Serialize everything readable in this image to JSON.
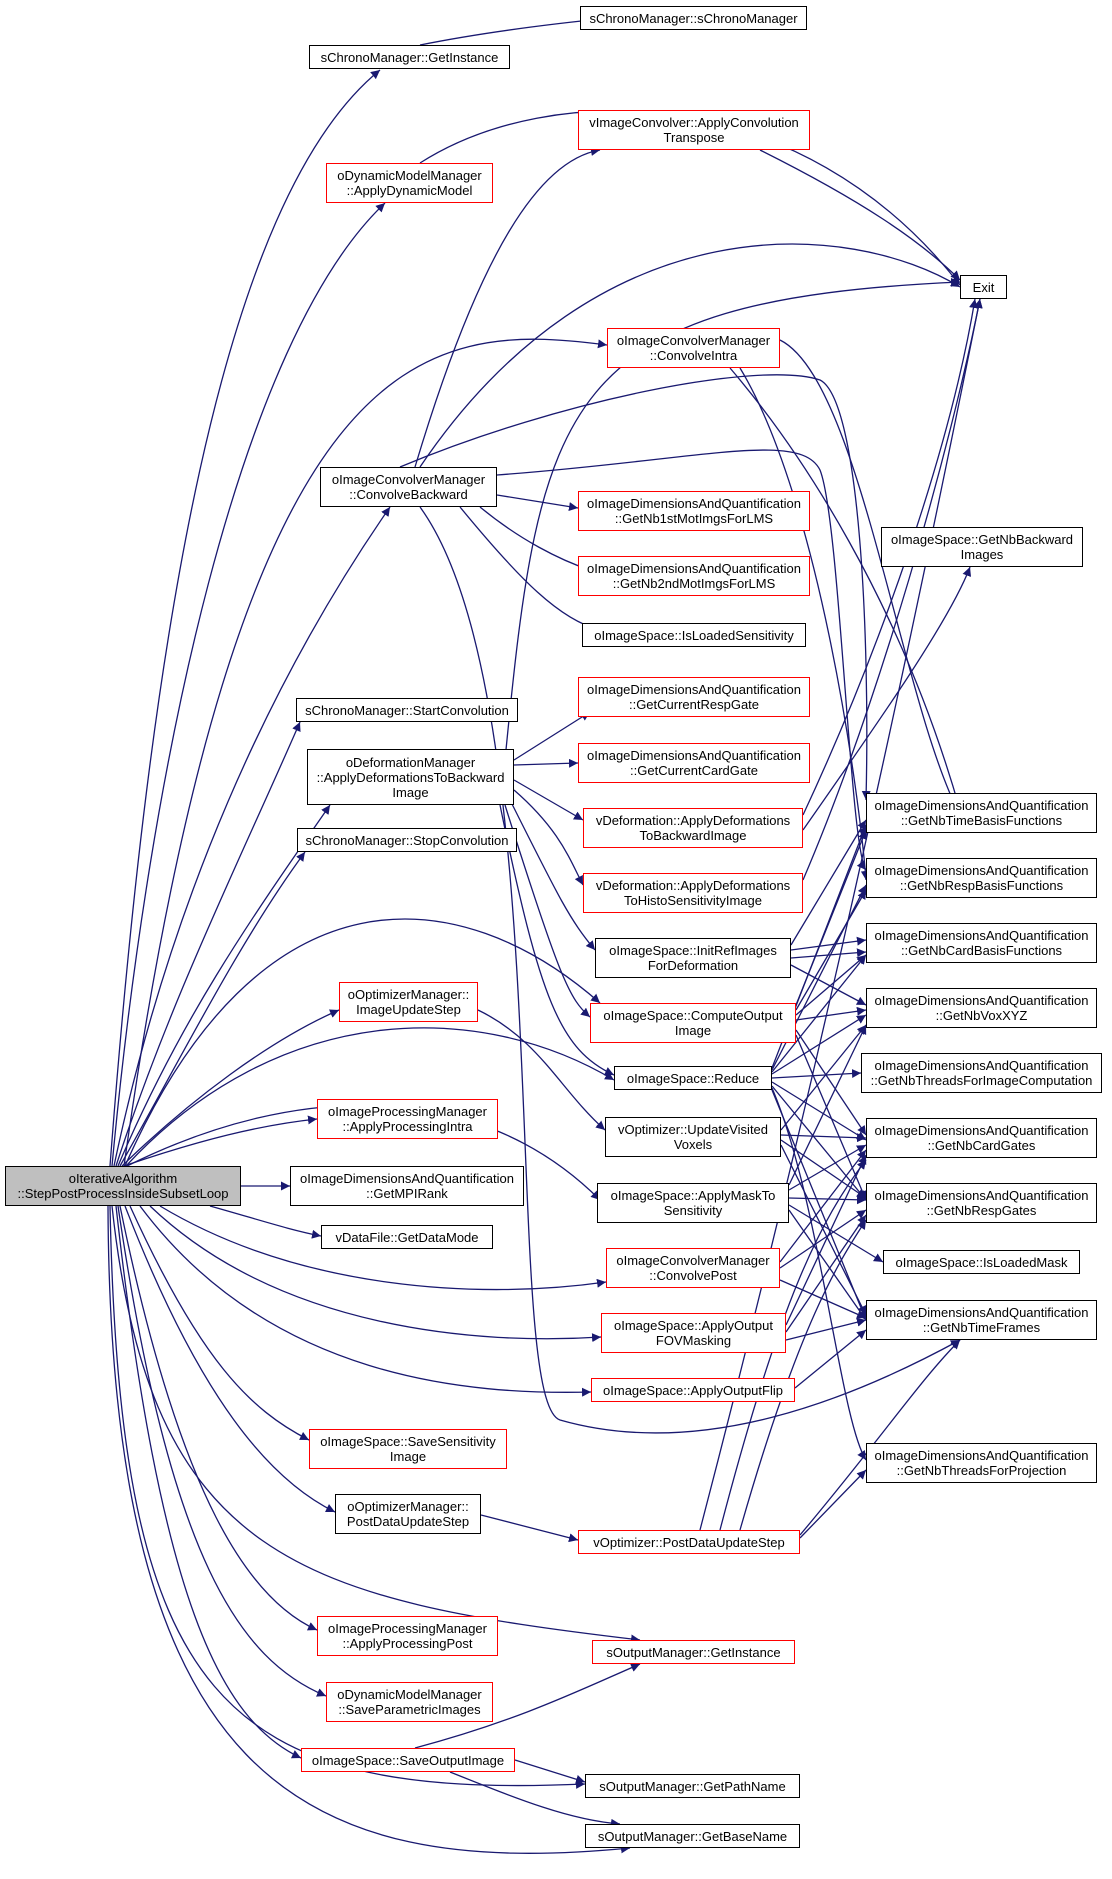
{
  "colors": {
    "edge": "#191970",
    "border_default": "#000000",
    "border_incomplete": "#ff0000",
    "root_fill": "#bfbfbf"
  },
  "nodes": {
    "root": "oIterativeAlgorithm\n::StepPostProcessInsideSubsetLoop",
    "chrono_getinstance": "sChronoManager::GetInstance",
    "chrono_ctor": "sChronoManager::sChronoManager",
    "dyn_apply": "oDynamicModelManager\n::ApplyDynamicModel",
    "conv_transpose": "vImageConvolver::ApplyConvolution\nTranspose",
    "exit": "Exit",
    "conv_intra": "oImageConvolverManager\n::ConvolveIntra",
    "conv_backward": "oImageConvolverManager\n::ConvolveBackward",
    "getnb1st": "oImageDimensionsAndQuantification\n::GetNb1stMotImgsForLMS",
    "getnb2nd": "oImageDimensionsAndQuantification\n::GetNb2ndMotImgsForLMS",
    "getnbbackward": "oImageSpace::GetNbBackward\nImages",
    "isloadedsens": "oImageSpace::IsLoadedSensitivity",
    "chrono_start": "sChronoManager::StartConvolution",
    "getcurrespgate": "oImageDimensionsAndQuantification\n::GetCurrentRespGate",
    "deform_backward": "oDeformationManager\n::ApplyDeformationsToBackward\nImage",
    "getcurcardgate": "oImageDimensionsAndQuantification\n::GetCurrentCardGate",
    "vdeform_backward": "vDeformation::ApplyDeformations\nToBackwardImage",
    "getnbtimebasis": "oImageDimensionsAndQuantification\n::GetNbTimeBasisFunctions",
    "chrono_stop": "sChronoManager::StopConvolution",
    "vdeform_histo": "vDeformation::ApplyDeformations\nToHistoSensitivityImage",
    "getnbrespbasis": "oImageDimensionsAndQuantification\n::GetNbRespBasisFunctions",
    "initref": "oImageSpace::InitRefImages\nForDeformation",
    "getnbcardbasis": "oImageDimensionsAndQuantification\n::GetNbCardBasisFunctions",
    "opt_update": "oOptimizerManager::\nImageUpdateStep",
    "computeout": "oImageSpace::ComputeOutput\nImage",
    "getnbvox": "oImageDimensionsAndQuantification\n::GetNbVoxXYZ",
    "getnbthreadsimg": "oImageDimensionsAndQuantification\n::GetNbThreadsForImageComputation",
    "reduce": "oImageSpace::Reduce",
    "proc_intra": "oImageProcessingManager\n::ApplyProcessingIntra",
    "updatevisited": "vOptimizer::UpdateVisited\nVoxels",
    "getnbcardgates": "oImageDimensionsAndQuantification\n::GetNbCardGates",
    "getmpirank": "oImageDimensionsAndQuantification\n::GetMPIRank",
    "maskto": "oImageSpace::ApplyMaskTo\nSensitivity",
    "getnbrespgates": "oImageDimensionsAndQuantification\n::GetNbRespGates",
    "getdatamode": "vDataFile::GetDataMode",
    "isloadedmask": "oImageSpace::IsLoadedMask",
    "conv_post": "oImageConvolverManager\n::ConvolvePost",
    "getnbtimeframes": "oImageDimensionsAndQuantification\n::GetNbTimeFrames",
    "outfov": "oImageSpace::ApplyOutput\nFOVMasking",
    "outflip": "oImageSpace::ApplyOutputFlip",
    "savesens": "oImageSpace::SaveSensitivity\nImage",
    "getnbthreadsproj": "oImageDimensionsAndQuantification\n::GetNbThreadsForProjection",
    "postdata": "oOptimizerManager::\nPostDataUpdateStep",
    "vpostdata": "vOptimizer::PostDataUpdateStep",
    "proc_post": "oImageProcessingManager\n::ApplyProcessingPost",
    "out_getinstance": "sOutputManager::GetInstance",
    "saveparam": "oDynamicModelManager\n::SaveParametricImages",
    "saveoutput": "oImageSpace::SaveOutputImage",
    "getpathname": "sOutputManager::GetPathName",
    "getbasename": "sOutputManager::GetBaseName"
  }
}
